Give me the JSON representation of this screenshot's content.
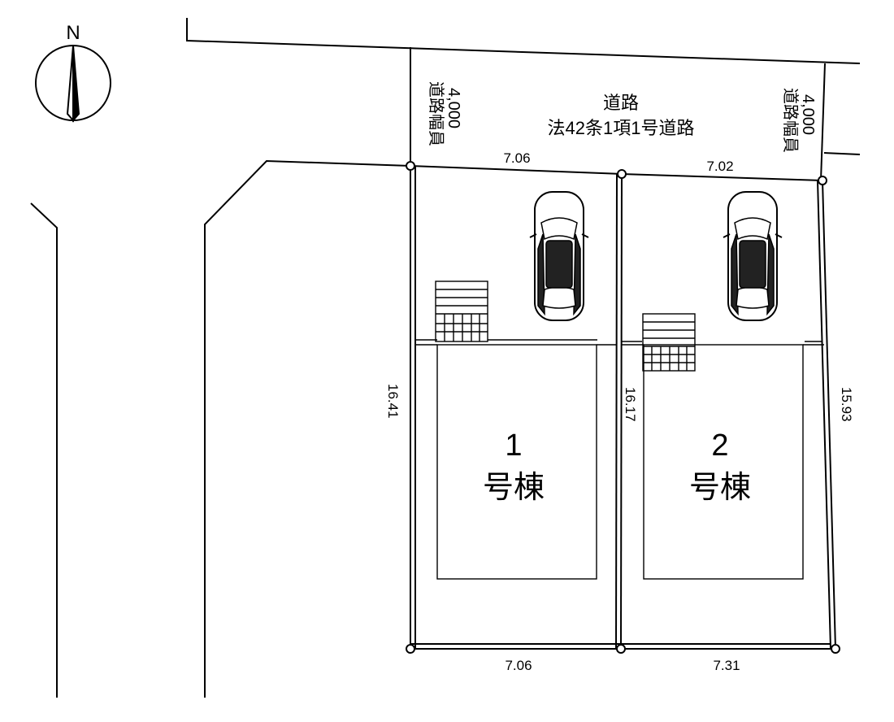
{
  "compass": {
    "label": "N",
    "icon": "north-arrow-icon"
  },
  "road": {
    "title": "道路",
    "subtitle": "法42条1項1号道路",
    "width_left_label": "道路幅員",
    "width_left_value": "4,000",
    "width_right_label": "道路幅員",
    "width_right_value": "4,000"
  },
  "lots": [
    {
      "number": "1",
      "building_label": "号棟",
      "frontage": "7.06",
      "rear": "7.06",
      "side": "16.41",
      "icons": [
        "car-icon",
        "stairs-icon"
      ]
    },
    {
      "number": "2",
      "building_label": "号棟",
      "frontage": "7.02",
      "rear": "7.31",
      "side_shared": "16.17",
      "side": "15.93",
      "icons": [
        "car-icon",
        "stairs-icon"
      ]
    }
  ]
}
